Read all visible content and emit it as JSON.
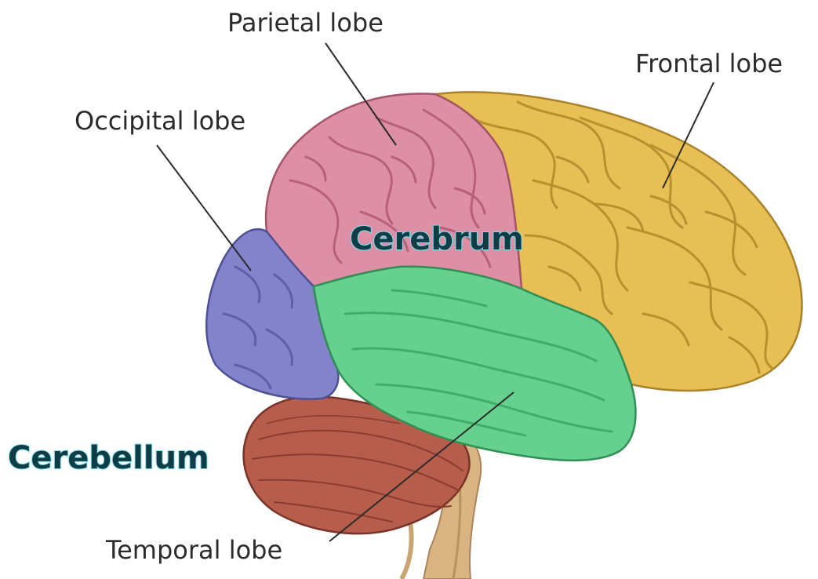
{
  "labels": {
    "parietal": "Parietal lobe",
    "frontal": "Frontal lobe",
    "occipital": "Occipital lobe",
    "temporal": "Temporal lobe",
    "cerebrum": "Cerebrum",
    "cerebellum": "Cerebellum"
  },
  "colors": {
    "frontal": "#e8bf55",
    "parietal": "#dd8fa6",
    "occipital": "#8383cc",
    "temporal": "#66d18e",
    "cerebellum": "#b65d4c",
    "brainstem": "#d8b482"
  }
}
